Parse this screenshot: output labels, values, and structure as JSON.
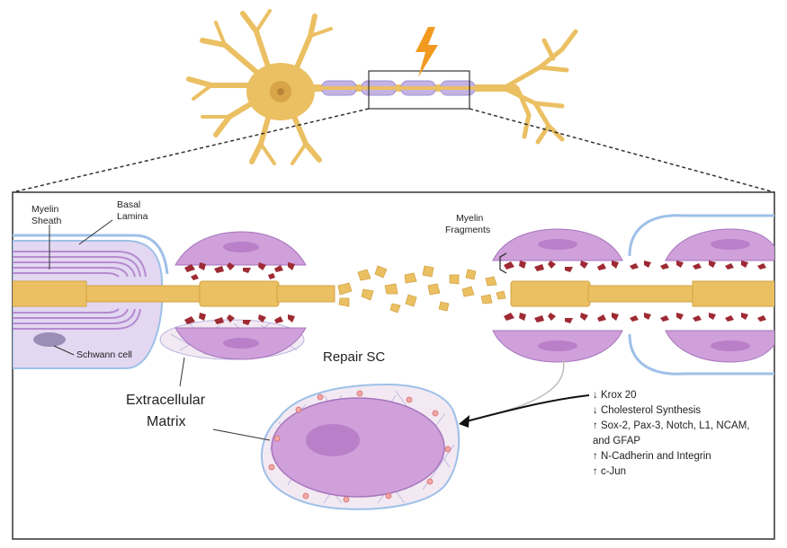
{
  "labels": {
    "myelin_sheath": [
      "Myelin",
      "Sheath"
    ],
    "basal_lamina": [
      "Basal",
      "Lamina"
    ],
    "myelin_fragments": [
      "Myelin",
      "Fragments"
    ],
    "schwann_cell": "Schwann cell",
    "repair_sc": "Repair SC",
    "extracellular_matrix": [
      "Extracellular",
      "Matrix"
    ]
  },
  "changes": [
    "↓ Krox 20",
    "↓ Cholesterol Synthesis",
    "↑ Sox-2, Pax-3, Notch, L1, NCAM,",
    "and GFAP",
    "↑ N-Cadherin and Integrin",
    "↑ c-Jun"
  ],
  "colors": {
    "axon": "#EBC063",
    "axon_stroke": "#C99A3C",
    "schwann_purple": "#CFA0DA",
    "schwann_nucleus": "#B97FC9",
    "myelin_fragment": "#9E2A33",
    "basal_lamina": "#9EC0E8",
    "lightning": "#F29A20",
    "ecm_fill": "#F2E9F2"
  }
}
